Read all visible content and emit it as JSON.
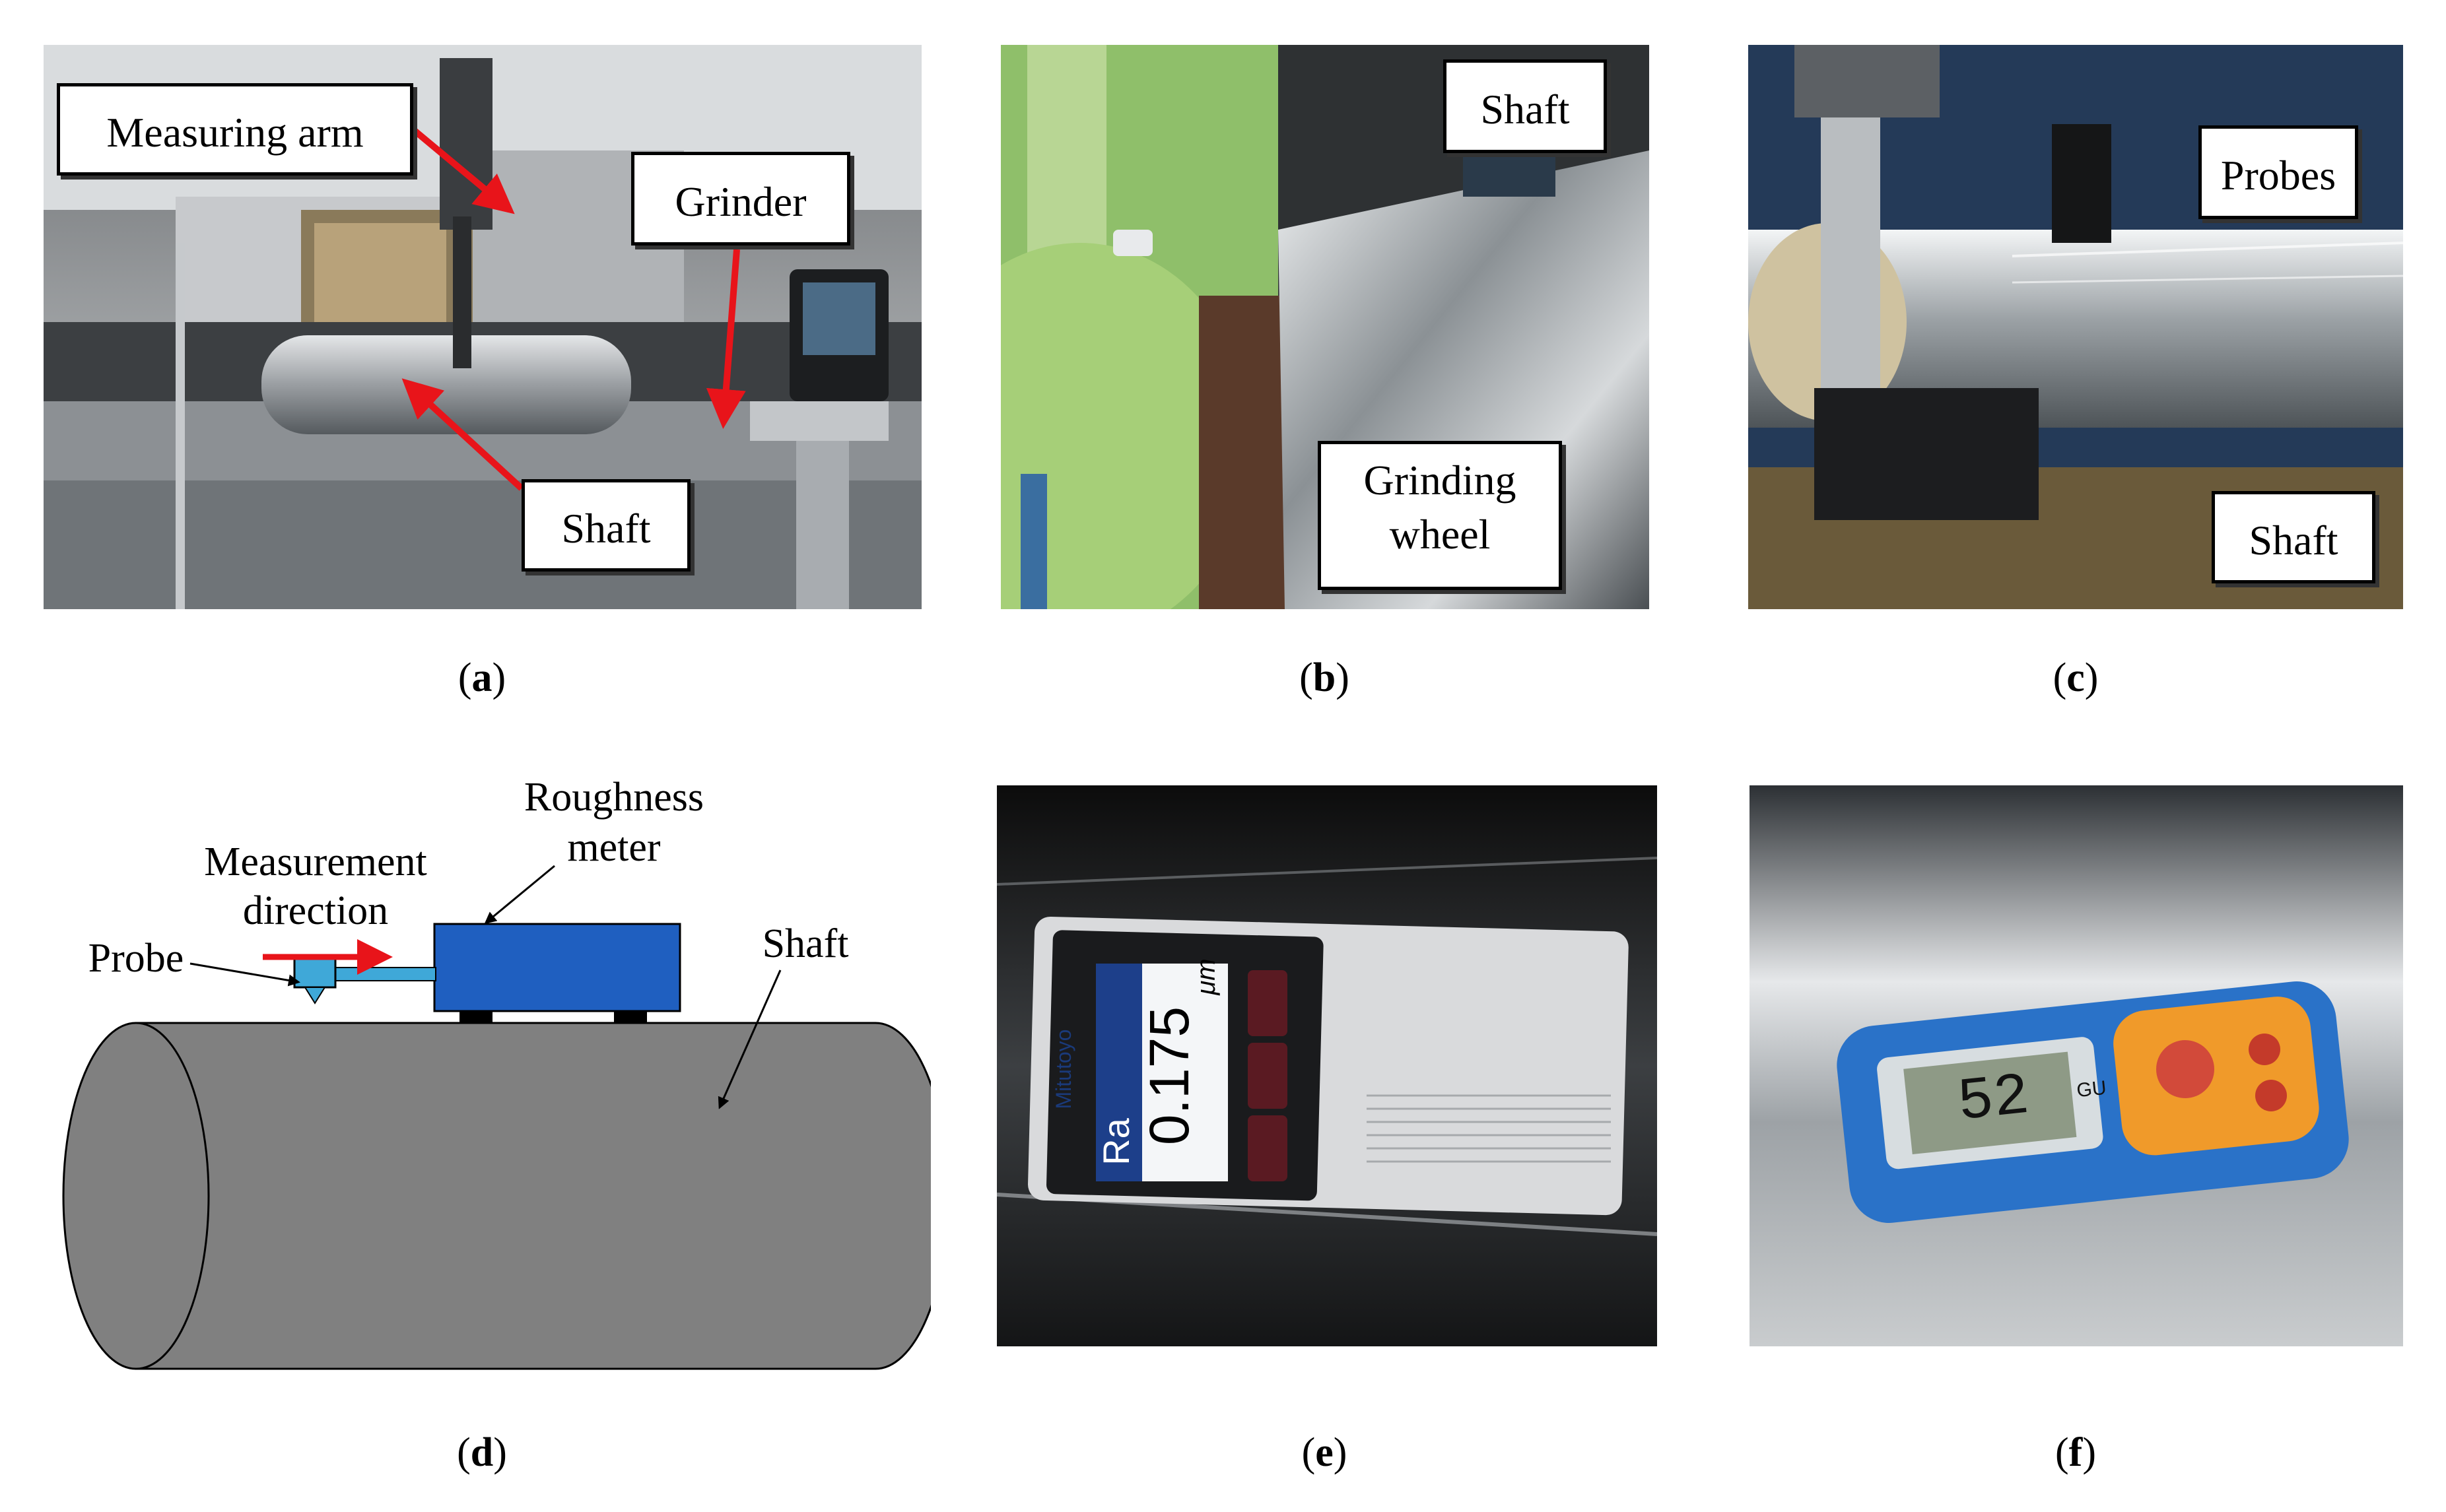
{
  "panels": {
    "a": {
      "caption_open": "(",
      "caption_letter": "a",
      "caption_close": ")",
      "labels": {
        "measuring_arm": "Measuring arm",
        "grinder": "Grinder",
        "shaft": "Shaft"
      }
    },
    "b": {
      "caption_open": "(",
      "caption_letter": "b",
      "caption_close": ")",
      "labels": {
        "shaft": "Shaft",
        "grinding_wheel_1": "Grinding",
        "grinding_wheel_2": "wheel"
      }
    },
    "c": {
      "caption_open": "(",
      "caption_letter": "c",
      "caption_close": ")",
      "labels": {
        "probes": "Probes",
        "shaft": "Shaft"
      }
    },
    "d": {
      "caption_open": "(",
      "caption_letter": "d",
      "caption_close": ")",
      "labels": {
        "roughness_1": "Roughness",
        "roughness_2": "meter",
        "direction_1": "Measurement",
        "direction_2": "direction",
        "probe": "Probe",
        "shaft": "Shaft"
      }
    },
    "e": {
      "caption_open": "(",
      "caption_letter": "e",
      "caption_close": ")",
      "screen": {
        "value": "0.175",
        "unit": "μm",
        "param": "Ra",
        "brand": "Mitutoyo"
      }
    },
    "f": {
      "caption_open": "(",
      "caption_letter": "f",
      "caption_close": ")",
      "screen": {
        "value": "52",
        "unit": "GU"
      }
    }
  },
  "colors": {
    "arrow_red": "#e8141a",
    "meter_blue": "#1f5fc0",
    "shaft_gray": "#808080"
  }
}
